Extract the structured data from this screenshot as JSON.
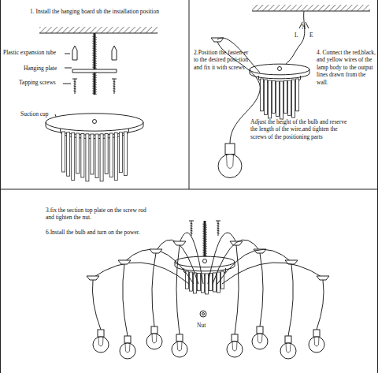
{
  "diagram": {
    "labels": [
      "1. Install the hanging board ub the installation position",
      "Plastic expansion tube",
      "Hanging plate",
      "Tapping screws",
      "Suction cup",
      "2.Position the fasten-er to the desired posi-tion and fix it with screws",
      "L",
      "N",
      "E",
      "4. Connect the red,black, and yellow wires of the lamp body to the output lines drawn from the wall.",
      "Adjust the height of the bulb and reserve the length of the wire,and tighten the screws of the positioning parts",
      "3.fix the section top plate on the screw rod and tighten the nut.",
      "6.Install the bulb and turn on the power.",
      "Nut"
    ]
  }
}
